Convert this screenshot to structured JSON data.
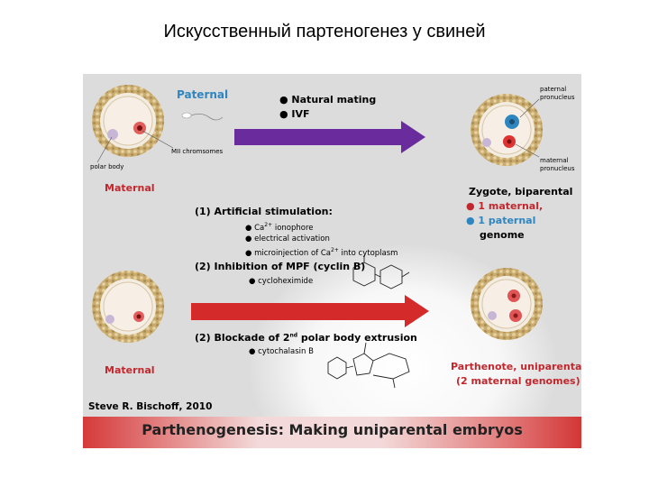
{
  "slide": {
    "title": "Искусственный партеногенез у свиней"
  },
  "figure": {
    "paternal": "Paternal",
    "maternal_top": "Maternal",
    "maternal_bottom": "Maternal",
    "mii": "MII chromsomes",
    "polar": "polar body",
    "paternal_pronucleus_1": "paternal",
    "paternal_pronucleus_2": "pronucleus",
    "maternal_pronucleus_1": "maternal",
    "maternal_pronucleus_2": "pronucleus",
    "mating_1": "● Natural mating",
    "mating_2": "● IVF",
    "zygote_title": "Zygote, biparental",
    "zygote_maternal": "● 1 maternal,",
    "zygote_paternal": "● 1 paternal",
    "zygote_genome": "genome",
    "stim_title": "(1) Artificial stimulation:",
    "stim_1_pre": "● Ca",
    "stim_1_sup": "2+",
    "stim_1_post": " ionophore",
    "stim_2": "● electrical activation",
    "stim_3_pre": "● microinjection of Ca",
    "stim_3_sup": "2+",
    "stim_3_post": " into cytoplasm",
    "inhib_title": "(2) Inhibition of MPF (cyclin B)",
    "inhib_1": "● cycloheximide",
    "block_pre": "(2) Blockade of 2",
    "block_sup": "nd",
    "block_post": " polar body extrusion",
    "block_1": "● cytochalasin B",
    "parth_1": "Parthenote, uniparental",
    "parth_2": "(2 maternal genomes)",
    "credit": "Steve R. Bischoff, 2010",
    "banner": "Parthenogenesis:  Making uniparental embryos"
  },
  "colors": {
    "purple_arrow": "#6a2c9c",
    "red_arrow": "#d42a2a",
    "maternal_red": "#c0282e",
    "paternal_blue": "#2e86c1",
    "zona": "#c8a86a"
  }
}
